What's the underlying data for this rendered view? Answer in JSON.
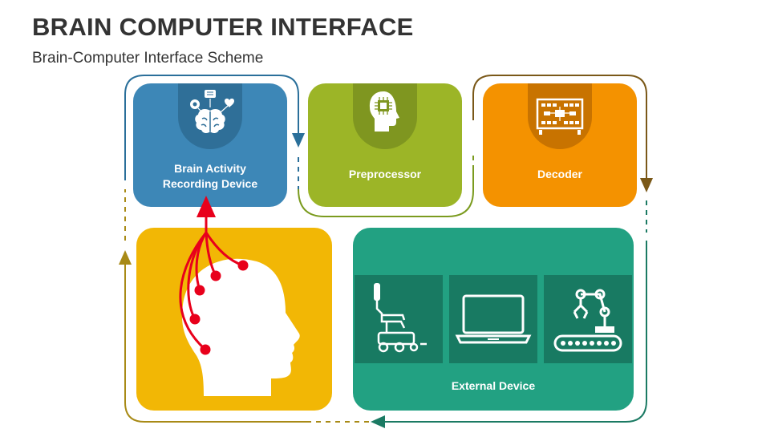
{
  "page": {
    "title": "BRAIN COMPUTER INTERFACE",
    "subtitle": "Brain-Computer Interface Scheme"
  },
  "nodes": {
    "recording": {
      "label_line1": "Brain Activity",
      "label_line2": "Recording Device",
      "color": "#3d87b7",
      "icon": "brain-icon"
    },
    "preprocessor": {
      "label": "Preprocessor",
      "color": "#9cb527",
      "icon": "head-chip-icon"
    },
    "decoder": {
      "label": "Decoder",
      "color": "#f49200",
      "icon": "circuit-board-icon"
    },
    "head": {
      "color": "#f2b705",
      "icon": "human-head-with-electrodes"
    },
    "external": {
      "label": "External Device",
      "color": "#22a182",
      "icons": [
        "wheelchair-icon",
        "laptop-icon",
        "robotic-arm-icon"
      ]
    }
  },
  "colors": {
    "flow_blue": "#2a6f9a",
    "flow_green": "#7b9b1f",
    "flow_brown": "#7a5818",
    "flow_teal": "#1b7a63",
    "flow_olive": "#a88a16",
    "electrode": "#e8001b"
  }
}
